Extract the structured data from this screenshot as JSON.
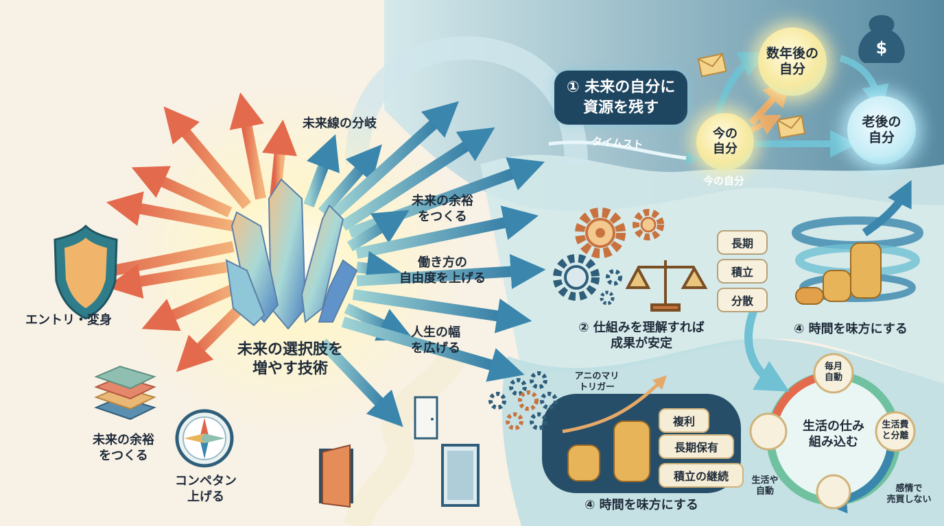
{
  "center": {
    "title_line1": "未来の選択肢を",
    "title_line2": "増やす技術"
  },
  "left": {
    "entry_label": "エントリ・変身",
    "margin_label_line1": "未来の余裕",
    "margin_label_line2": "をつくる",
    "compass_label_line1": "コンペタン",
    "compass_label_line2": "上げる"
  },
  "branches": {
    "future_line": "未来線の分岐",
    "margin_line1": "未来の余裕",
    "margin_line2": "をつくる",
    "work_line1": "働き方の",
    "work_line2": "自由度を上げる",
    "life_line1": "人生の幅",
    "life_line2": "を広げる"
  },
  "section1": {
    "bubble_line1": "① 未来の自分に",
    "bubble_line2": "資源を残す",
    "timestamp": "タイムスト",
    "now_orb": "今の\n自分",
    "now_caption": "今の自分",
    "years_orb": "数年後の\n自分",
    "old_orb": "老後の\n自分"
  },
  "section2": {
    "title_line1": "② 仕組みを理解すれば",
    "title_line2": "成果が安定",
    "pills": [
      "長期",
      "積立",
      "分散"
    ]
  },
  "section4_top": {
    "title": "④ 時間を味方にする"
  },
  "section4_bottom": {
    "trigger_line1": "アニのマリ",
    "trigger_line2": "トリガー",
    "pills": [
      "複利",
      "長期保有",
      "積立の継続"
    ],
    "title": "④ 時間を味方にする"
  },
  "cycle": {
    "center_line1": "生活の仕み",
    "center_line2": "組み込む",
    "monthly_line1": "毎月",
    "monthly_line2": "自動",
    "split_line1": "生活費",
    "split_line2": "と分離",
    "emotion_line1": "感情で",
    "emotion_line2": "売買しない",
    "auto_line1": "生活や",
    "auto_line2": "自動"
  },
  "colors": {
    "navy": "#1f4661",
    "teal": "#3f8fb0",
    "orange": "#e07a4a",
    "gold": "#e8b45a",
    "cream": "#f8f1e6"
  }
}
